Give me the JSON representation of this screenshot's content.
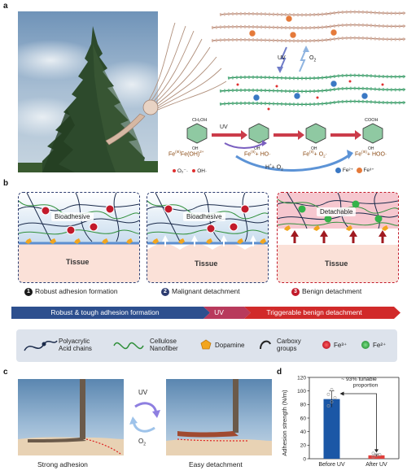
{
  "panel_labels": {
    "a": "a",
    "b": "b",
    "c": "c",
    "d": "d"
  },
  "panel_a": {
    "uv_label": "UV",
    "o2_label": "O",
    "o2_sub": "2",
    "reaction": {
      "uv": "UV",
      "o2": "O",
      "o2_sub": "2",
      "fe_oh": "Fe(OH)",
      "fe_oh_sup": "2+",
      "fe_iii": "(III)",
      "fe_ii_ho": "Fe",
      "ho_radical": "+ HO·",
      "fe_ii_o2": "Fe",
      "o2_radical": "+ O",
      "fe_ii_hoo": "Fe",
      "hoo_radical": "+ HOO·",
      "h_o2": "H",
      "h_plus": "+ O",
      "ch2oh": "CH₂OH",
      "cooh": "COOH",
      "oh": "OH"
    },
    "legend": {
      "o2_radical": "O₂⁻·",
      "oh_radical": "OH·",
      "fe2": "Fe²⁺",
      "fe3": "Fe³⁺"
    }
  },
  "panel_b": {
    "boxes": [
      {
        "title": "Bioadhesive",
        "tissue": "Tissue"
      },
      {
        "title": "Bioadhesive",
        "tissue": "Tissue"
      },
      {
        "title": "Detachable",
        "tissue": "Tissue"
      }
    ],
    "steps": [
      {
        "num": "1",
        "label": "Robust adhesion formation",
        "color": "#1a1a1a"
      },
      {
        "num": "2",
        "label": "Malignant detachment",
        "color": "#2d3c70"
      },
      {
        "num": "3",
        "label": "Benign detachment",
        "color": "#c21a2a"
      }
    ],
    "process_bar": [
      {
        "label": "Robust & tough adhesion formation"
      },
      {
        "label": "UV"
      },
      {
        "label": "Triggerable benign detachment"
      }
    ],
    "legend": {
      "paa": "Polyacrylic",
      "paa2": "Acid chains",
      "cnf": "Cellulose",
      "cnf2": "Nanofiber",
      "dopamine": "Dopamine",
      "carboxy": "Carboxy",
      "carboxy2": "groups",
      "fe3": "Fe³⁺",
      "fe2": "Fe²⁺"
    }
  },
  "panel_c": {
    "uv": "UV",
    "o2": "O",
    "o2_sub": "2",
    "cap_left": "Strong adhesion",
    "cap_right": "Easy detachment"
  },
  "colors": {
    "navy": "#2d3c70",
    "red": "#c21a2a",
    "blue_bar": "#1b57a6",
    "red_bar": "#e0403c",
    "pink": "#f6c7cf",
    "tissue": "#fbe1d8",
    "green": "#2f8f3a"
  },
  "chart_data": {
    "type": "bar",
    "categories": [
      "Before UV",
      "After UV"
    ],
    "values": [
      88,
      5
    ],
    "errors": [
      12,
      2
    ],
    "points": [
      [
        78,
        84,
        90,
        95,
        102
      ],
      [
        3,
        5,
        6,
        8
      ]
    ],
    "ylabel": "Adhesion strength (N/m)",
    "ylim": [
      0,
      120
    ],
    "yticks": [
      0,
      20,
      40,
      60,
      80,
      100,
      120
    ],
    "annotation": "~ 93% tunable",
    "annotation2": "proportion",
    "bar_colors": [
      "#1b57a6",
      "#e0403c"
    ]
  }
}
